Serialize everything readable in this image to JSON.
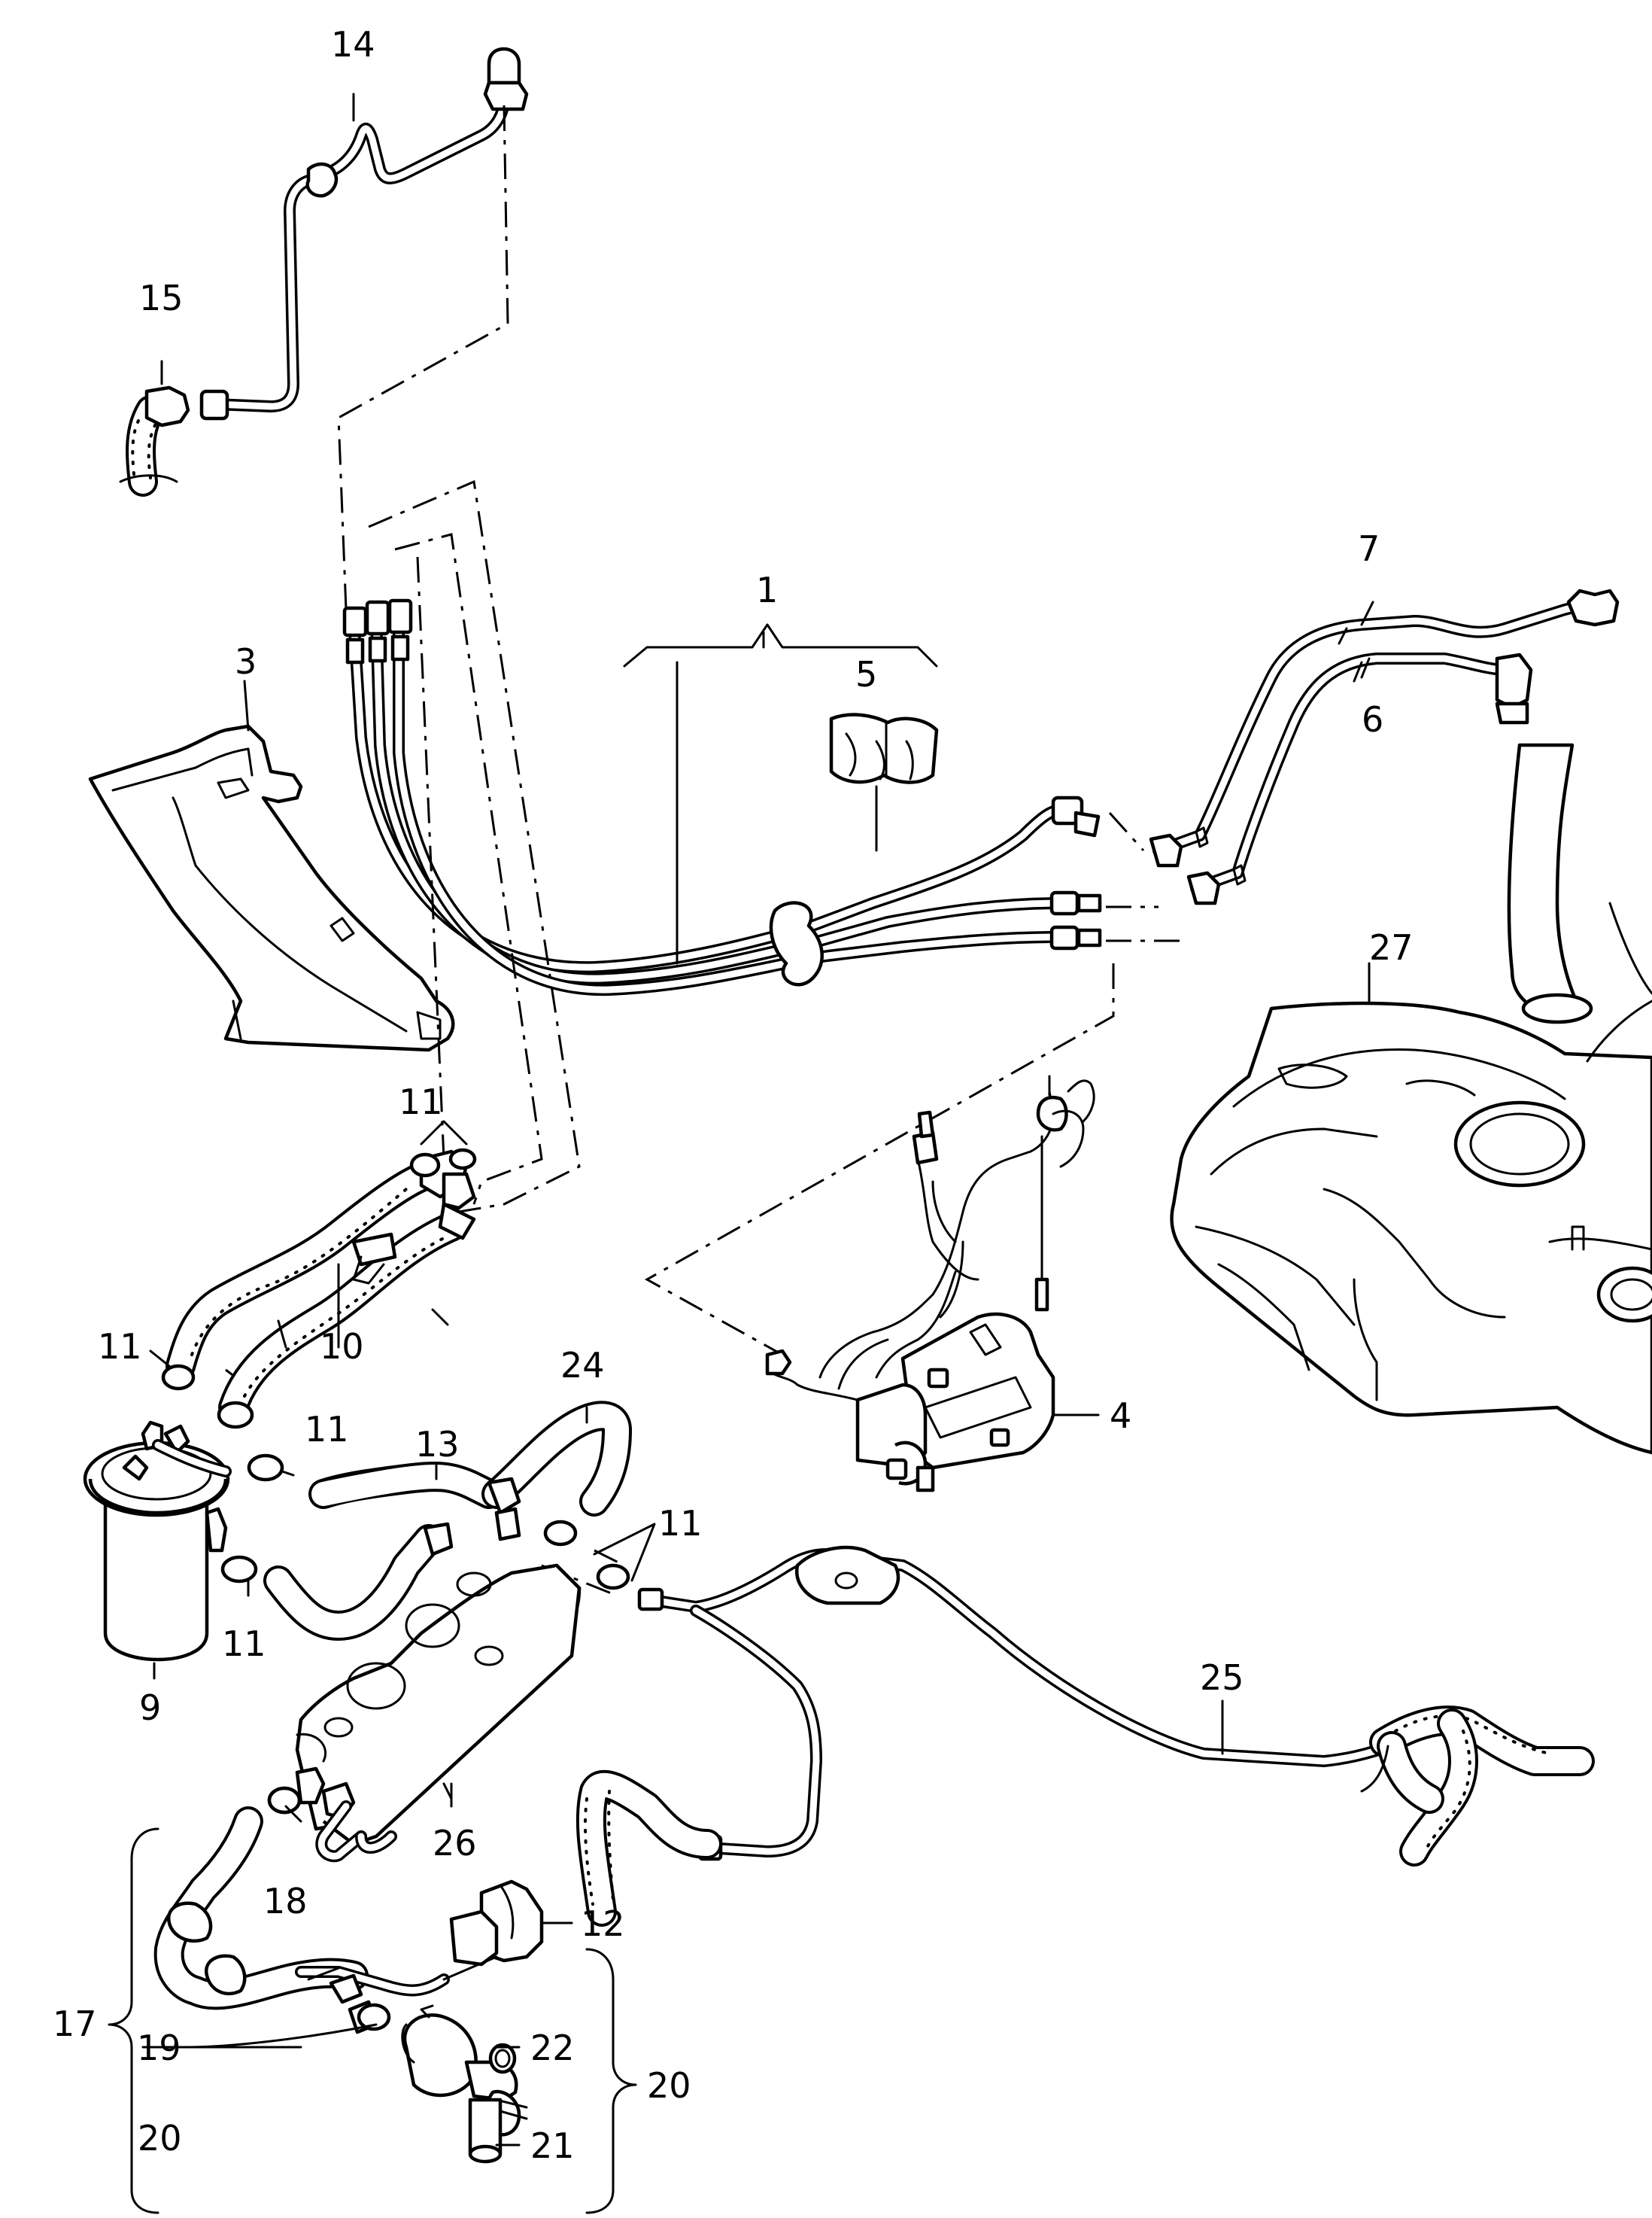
{
  "diagram": {
    "callouts": [
      {
        "id": "c1",
        "text": "1"
      },
      {
        "id": "c3",
        "text": "3"
      },
      {
        "id": "c4",
        "text": "4"
      },
      {
        "id": "c5",
        "text": "5"
      },
      {
        "id": "c6",
        "text": "6"
      },
      {
        "id": "c7",
        "text": "7"
      },
      {
        "id": "c9",
        "text": "9"
      },
      {
        "id": "c10",
        "text": "10"
      },
      {
        "id": "c11a",
        "text": "11"
      },
      {
        "id": "c11b",
        "text": "11"
      },
      {
        "id": "c11c",
        "text": "11"
      },
      {
        "id": "c11d",
        "text": "11"
      },
      {
        "id": "c11e",
        "text": "11"
      },
      {
        "id": "c12",
        "text": "12"
      },
      {
        "id": "c13",
        "text": "13"
      },
      {
        "id": "c14",
        "text": "14"
      },
      {
        "id": "c15",
        "text": "15"
      },
      {
        "id": "c17",
        "text": "17"
      },
      {
        "id": "c18",
        "text": "18"
      },
      {
        "id": "c19",
        "text": "19"
      },
      {
        "id": "c20a",
        "text": "20"
      },
      {
        "id": "c20b",
        "text": "20"
      },
      {
        "id": "c21",
        "text": "21"
      },
      {
        "id": "c22",
        "text": "22"
      },
      {
        "id": "c24",
        "text": "24"
      },
      {
        "id": "c25",
        "text": "25"
      },
      {
        "id": "c26",
        "text": "26"
      },
      {
        "id": "c27",
        "text": "27"
      }
    ]
  }
}
